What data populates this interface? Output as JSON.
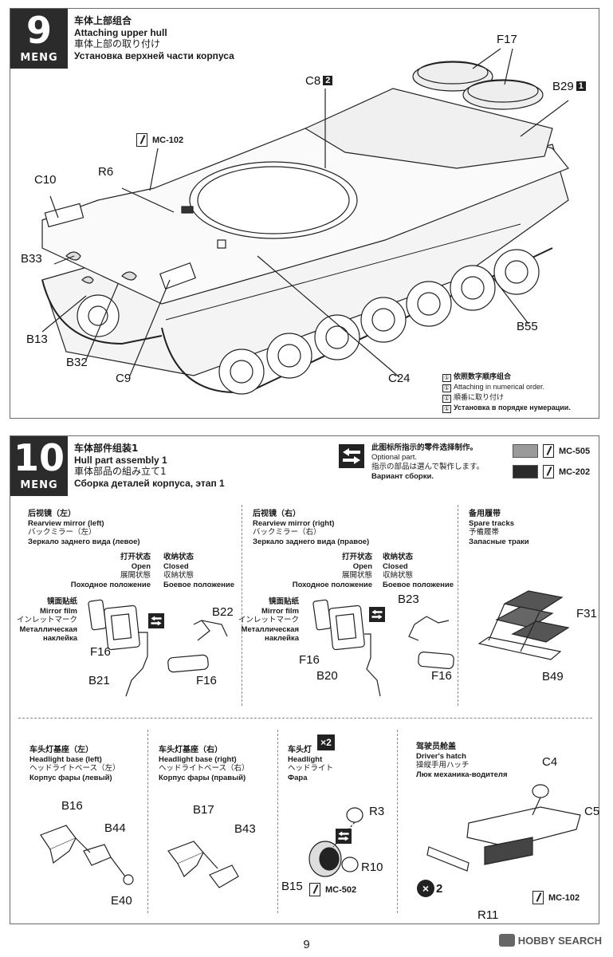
{
  "step9": {
    "number": "9",
    "brand": "MENG",
    "title_zh": "车体上部组合",
    "title_en": "Attaching upper hull",
    "title_jp": "車体上部の取り付け",
    "title_ru": "Установка верхней части корпуса",
    "paint_code": "MC-102",
    "labels": {
      "f17": "F17",
      "c8": "C8",
      "c8_num": "2",
      "b29": "B29",
      "b29_num": "1",
      "r6": "R6",
      "c10": "C10",
      "b33": "B33",
      "b13": "B13",
      "b32": "B32",
      "c9": "C9",
      "c24": "C24",
      "b55": "B55"
    },
    "numerical_note": {
      "icon": "①",
      "zh": "依照数字顺序组合",
      "en": "Attaching in numerical order.",
      "jp": "順番に取り付け",
      "ru": "Установка в порядке нумерации."
    }
  },
  "step10": {
    "number": "10",
    "brand": "MENG",
    "title_zh": "车体部件组装1",
    "title_en": "Hull part assembly 1",
    "title_jp": "車体部品の組み立て1",
    "title_ru": "Сборка деталей корпуса, этап 1",
    "optional": {
      "zh": "此图标所指示的零件选择制作。",
      "en": "Optional part.",
      "jp": "指示の部品は選んで製作します。",
      "ru": "Вариант сборки."
    },
    "paints": [
      {
        "code": "MC-505",
        "color": "#9a9a9a"
      },
      {
        "code": "MC-202",
        "color": "#2a2a2a"
      }
    ],
    "mirror_left": {
      "zh": "后视镜（左）",
      "en": "Rearview mirror (left)",
      "jp": "バックミラー（左）",
      "ru": "Зеркало заднего вида (левое)",
      "open": {
        "zh": "打开状态",
        "en": "Open",
        "jp": "展開状態",
        "ru": "Походное положение"
      },
      "closed": {
        "zh": "收纳状态",
        "en": "Closed",
        "jp": "収納状態",
        "ru": "Боевое положение"
      },
      "film": {
        "zh": "镜面贴纸",
        "en": "Mirror film",
        "jp": "インレットマーク",
        "ru1": "Металлическая",
        "ru2": "наклейка"
      },
      "labels": {
        "f16a": "F16",
        "b21": "B21",
        "b22": "B22",
        "f16b": "F16"
      }
    },
    "mirror_right": {
      "zh": "后视镜（右）",
      "en": "Rearview mirror (right)",
      "jp": "バックミラー（右）",
      "ru": "Зеркало заднего вида (правое)",
      "open": {
        "zh": "打开状态",
        "en": "Open",
        "jp": "展開状態",
        "ru": "Походное положение"
      },
      "closed": {
        "zh": "收纳状态",
        "en": "Closed",
        "jp": "収納状態",
        "ru": "Боевое положение"
      },
      "film": {
        "zh": "镜面贴纸",
        "en": "Mirror film",
        "jp": "インレットマーク",
        "ru1": "Металлическая",
        "ru2": "наклейка"
      },
      "labels": {
        "f16a": "F16",
        "b20": "B20",
        "b23": "B23",
        "f16b": "F16"
      }
    },
    "spare_tracks": {
      "zh": "备用履带",
      "en": "Spare tracks",
      "jp": "予備履帯",
      "ru": "Запасные траки",
      "labels": {
        "f31": "F31",
        "b49": "B49"
      }
    },
    "headlight_base_left": {
      "zh": "车头灯基座（左）",
      "en": "Headlight base (left)",
      "jp": "ヘッドライトベース（左）",
      "ru": "Корпус фары (левый)",
      "labels": {
        "b16": "B16",
        "b44": "B44",
        "e40": "E40"
      }
    },
    "headlight_base_right": {
      "zh": "车头灯基座（右）",
      "en": "Headlight base (right)",
      "jp": "ヘッドライトベース（右）",
      "ru": "Корпус фары (правый)",
      "labels": {
        "b17": "B17",
        "b43": "B43"
      }
    },
    "headlight": {
      "zh": "车头灯",
      "en": "Headlight",
      "jp": "ヘッドライト",
      "ru": "Фара",
      "multiplier": "×2",
      "paint_code": "MC-502",
      "labels": {
        "r3": "R3",
        "r10": "R10",
        "b15": "B15"
      }
    },
    "drivers_hatch": {
      "zh": "驾驶员舱盖",
      "en": "Driver's hatch",
      "jp": "操縦手用ハッチ",
      "ru": "Люк механика-водителя",
      "multiplier": "2",
      "paint_code": "MC-102",
      "labels": {
        "c4": "C4",
        "c5": "C5",
        "r11": "R11"
      }
    }
  },
  "page_number": "9",
  "watermark": "HOBBY SEARCH"
}
